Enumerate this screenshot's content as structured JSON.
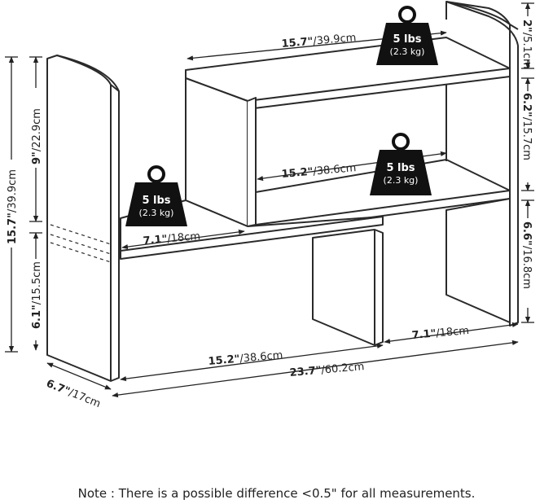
{
  "weights": [
    {
      "lbs": "5 lbs",
      "kg": "(2.3 kg)"
    },
    {
      "lbs": "5 lbs",
      "kg": "(2.3 kg)"
    },
    {
      "lbs": "5 lbs",
      "kg": "(2.3 kg)"
    }
  ],
  "dims": {
    "top_width": {
      "in": "15.7\"",
      "cm": "/39.9cm"
    },
    "upper_inner_width": {
      "in": "15.2\"",
      "cm": "/38.6cm"
    },
    "lower_left_width": {
      "in": "7.1\"",
      "cm": "/18cm"
    },
    "lower_right_width": {
      "in": "7.1\"",
      "cm": "/18cm"
    },
    "bottom_inner_width": {
      "in": "15.2\"",
      "cm": "/38.6cm"
    },
    "total_width": {
      "in": "23.7\"",
      "cm": "/60.2cm"
    },
    "depth": {
      "in": "6.7\"",
      "cm": "/17cm"
    },
    "total_height": {
      "in": "15.7\"",
      "cm": "/39.9cm"
    },
    "left_upper_height": {
      "in": "9\"",
      "cm": "/22.9cm"
    },
    "left_lower_height": {
      "in": "6.1\"",
      "cm": "/15.5cm"
    },
    "right_top_height": {
      "in": "2\"",
      "cm": "/5.1cm"
    },
    "right_mid_height": {
      "in": "6.2\"",
      "cm": "/15.7cm"
    },
    "right_low_height": {
      "in": "6.6\"",
      "cm": "/16.8cm"
    }
  },
  "note": "Note : There is a possible difference <0.5\" for all measurements."
}
